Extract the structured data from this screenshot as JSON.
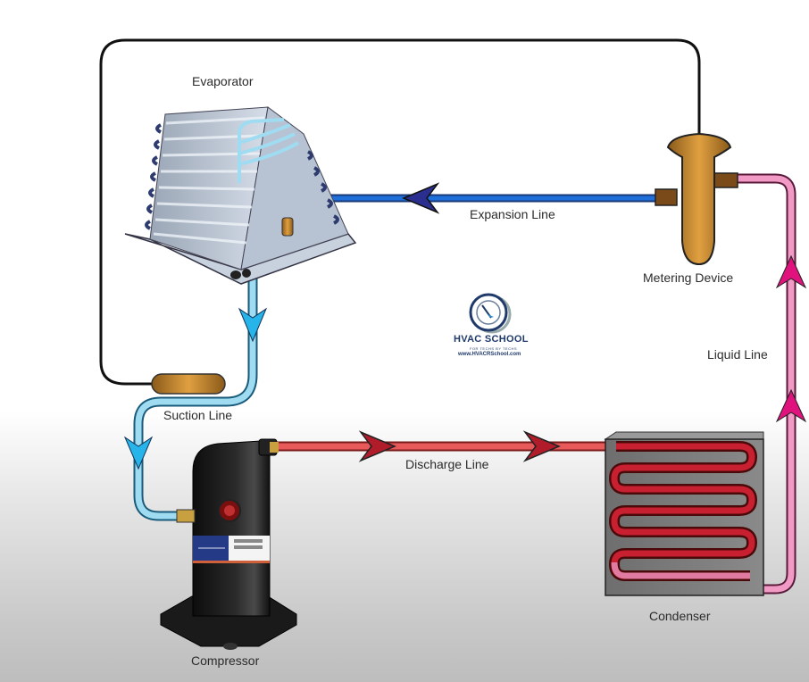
{
  "diagram": {
    "title": "Refrigeration cycle",
    "components": {
      "evaporator": "Evaporator",
      "metering_device": "Metering Device",
      "compressor": "Compressor",
      "condenser": "Condenser"
    },
    "lines": {
      "expansion": "Expansion Line",
      "suction": "Suction Line",
      "discharge": "Discharge Line",
      "liquid": "Liquid Line"
    },
    "logo": {
      "name": "HVAC SCHOOL",
      "tagline": "FOR TECHS BY TECHS",
      "url": "www.HVACRSchool.com"
    },
    "colors": {
      "expansion_line": "#1e6fd9",
      "suction_line": "#8fd3ef",
      "discharge_line": "#e04a4a",
      "liquid_line": "#f29ac6",
      "arrow_blue": "#2a2f8f",
      "arrow_cyan": "#27b4ea",
      "arrow_red": "#b01c2a",
      "arrow_pink": "#e0127e",
      "brass": "#c98a2a",
      "sensing_bulb_line": "#111111"
    },
    "flow": [
      "compressor",
      "discharge",
      "condenser",
      "liquid",
      "metering_device",
      "expansion",
      "evaporator",
      "suction",
      "compressor"
    ]
  }
}
